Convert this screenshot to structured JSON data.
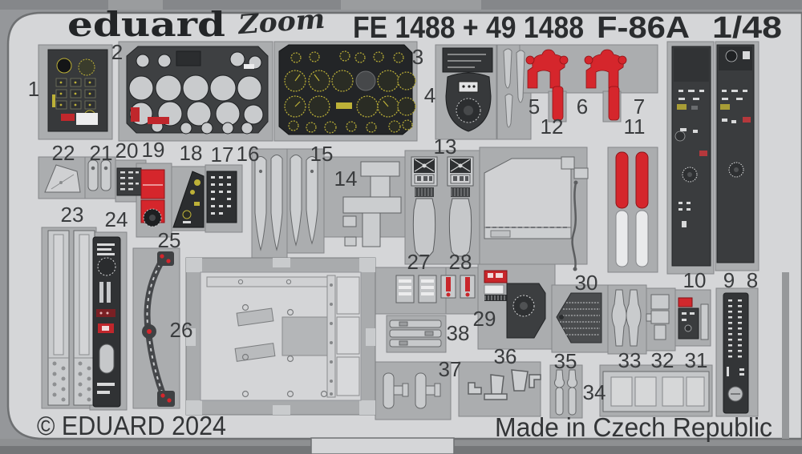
{
  "header": {
    "brand": "eduard",
    "brand_sub": "Zoom",
    "product_codes": "FE 1488 + 49 1488",
    "model": "F-86A",
    "scale": "1/48"
  },
  "footer": {
    "copyright": "© EDUARD 2024",
    "origin": "Made in Czech Republic"
  },
  "sheet": {
    "type": "photo-etched detail fret",
    "parts_count": 38
  },
  "colors": {
    "background": "#95979a",
    "fret": "#d5d6d8",
    "pocket": "#abadaf",
    "dark_panel": "#3a3c3e",
    "red": "#d5262c",
    "gauge_yellow": "#bdb138",
    "label_text": "#3a3c3e"
  },
  "parts": [
    {
      "number": "1"
    },
    {
      "number": "2"
    },
    {
      "number": "3"
    },
    {
      "number": "4"
    },
    {
      "number": "5"
    },
    {
      "number": "6"
    },
    {
      "number": "7"
    },
    {
      "number": "8"
    },
    {
      "number": "9"
    },
    {
      "number": "10"
    },
    {
      "number": "11"
    },
    {
      "number": "12"
    },
    {
      "number": "13"
    },
    {
      "number": "14"
    },
    {
      "number": "15"
    },
    {
      "number": "16"
    },
    {
      "number": "17"
    },
    {
      "number": "18"
    },
    {
      "number": "19"
    },
    {
      "number": "20"
    },
    {
      "number": "21"
    },
    {
      "number": "22"
    },
    {
      "number": "23"
    },
    {
      "number": "24"
    },
    {
      "number": "25"
    },
    {
      "number": "26"
    },
    {
      "number": "27"
    },
    {
      "number": "28"
    },
    {
      "number": "29"
    },
    {
      "number": "30"
    },
    {
      "number": "31"
    },
    {
      "number": "32"
    },
    {
      "number": "33"
    },
    {
      "number": "34"
    },
    {
      "number": "35"
    },
    {
      "number": "36"
    },
    {
      "number": "37"
    },
    {
      "number": "38"
    }
  ]
}
